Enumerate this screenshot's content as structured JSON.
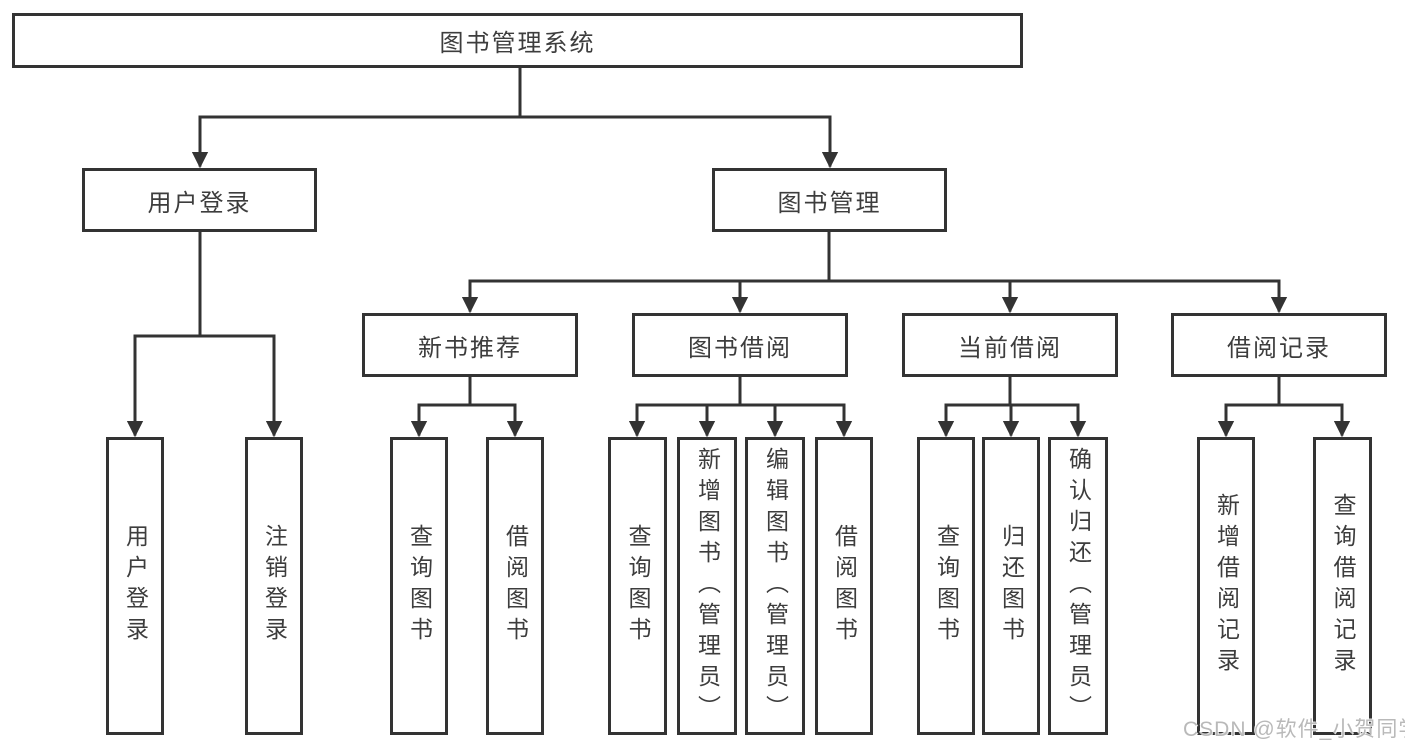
{
  "tree": {
    "label": "图书管理系统",
    "children": [
      {
        "label": "用户登录",
        "children": [
          {
            "label": "用户登录"
          },
          {
            "label": "注销登录"
          }
        ]
      },
      {
        "label": "图书管理",
        "children": [
          {
            "label": "新书推荐",
            "children": [
              {
                "label": "查询图书"
              },
              {
                "label": "借阅图书"
              }
            ]
          },
          {
            "label": "图书借阅",
            "children": [
              {
                "label": "查询图书"
              },
              {
                "label": "新增图书（管理员）"
              },
              {
                "label": "编辑图书（管理员）"
              },
              {
                "label": "借阅图书"
              }
            ]
          },
          {
            "label": "当前借阅",
            "children": [
              {
                "label": "查询图书"
              },
              {
                "label": "归还图书"
              },
              {
                "label": "确认归还（管理员）"
              }
            ]
          },
          {
            "label": "借阅记录",
            "children": [
              {
                "label": "新增借阅记录"
              },
              {
                "label": "查询借阅记录"
              }
            ]
          }
        ]
      }
    ]
  },
  "watermark": {
    "text": "CSDN @软件_小贺同学"
  },
  "colors": {
    "line": "#333333",
    "text": "#3d3d3d",
    "watermark": "#b9b9b9",
    "background": "#ffffff"
  }
}
